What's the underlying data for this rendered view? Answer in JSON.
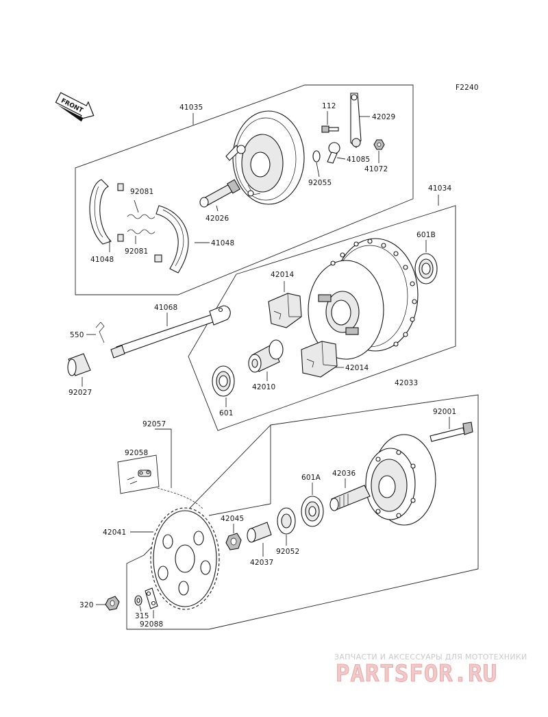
{
  "diagram_code": "F2240",
  "front_arrow": "FRONT",
  "watermark": {
    "caption": "ЗАПЧАСТИ И АКСЕССУАРЫ ДЛЯ МОТОТЕХНИКИ",
    "logo": "PARTSFOR.RU"
  },
  "labels": {
    "p41035": "41035",
    "p112": "112",
    "p42029": "42029",
    "p41085": "41085",
    "p92055": "92055",
    "p41072": "41072",
    "p42026": "42026",
    "p92081a": "92081",
    "p92081b": "92081",
    "p41048a": "41048",
    "p41048b": "41048",
    "p41034": "41034",
    "p601B": "601B",
    "p42014a": "42014",
    "p42014b": "42014",
    "p41068": "41068",
    "p550": "550",
    "p92027": "92027",
    "p42010": "42010",
    "p601": "601",
    "p42033": "42033",
    "p92001": "92001",
    "p92057": "92057",
    "p92058": "92058",
    "p601A": "601A",
    "p42036": "42036",
    "p42045": "42045",
    "p42041": "42041",
    "p92052": "92052",
    "p42037": "42037",
    "p320": "320",
    "p315": "315",
    "p92088": "92088"
  }
}
